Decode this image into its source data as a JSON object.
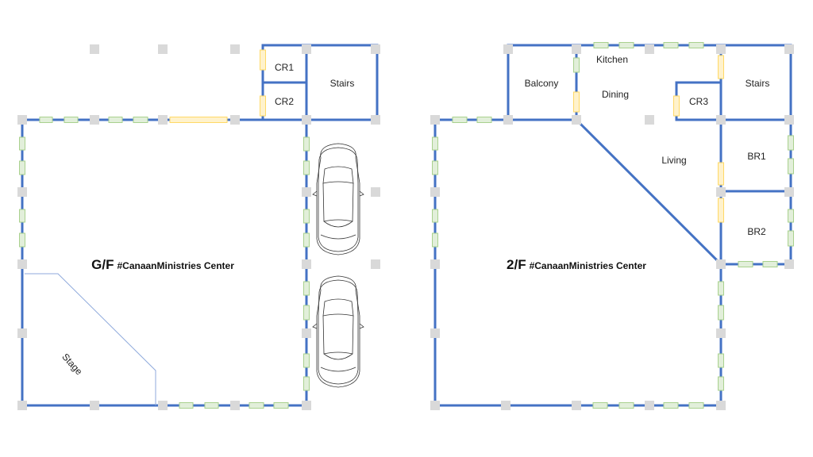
{
  "colors": {
    "wall": "#4472c4",
    "window_fill": "#e2efda",
    "window_stroke": "#a9d18e",
    "door_fill": "#fff2cc",
    "door_stroke": "#ffd966",
    "pillar": "#d9d9d9",
    "stage_line": "#8faadc"
  },
  "ground_floor": {
    "floor": "G/F",
    "name": "#CanaanMinistries Center",
    "rooms": {
      "cr1": "CR1",
      "cr2": "CR2",
      "stairs": "Stairs",
      "stage": "Stage"
    },
    "parking_icons": [
      "car-icon",
      "car-icon"
    ]
  },
  "second_floor": {
    "floor": "2/F",
    "name": "#CanaanMinistries Center",
    "rooms": {
      "kitchen": "Kitchen",
      "balcony": "Balcony",
      "dining": "Dining",
      "cr3": "CR3",
      "stairs": "Stairs",
      "living": "Living",
      "br1": "BR1",
      "br2": "BR2"
    }
  }
}
